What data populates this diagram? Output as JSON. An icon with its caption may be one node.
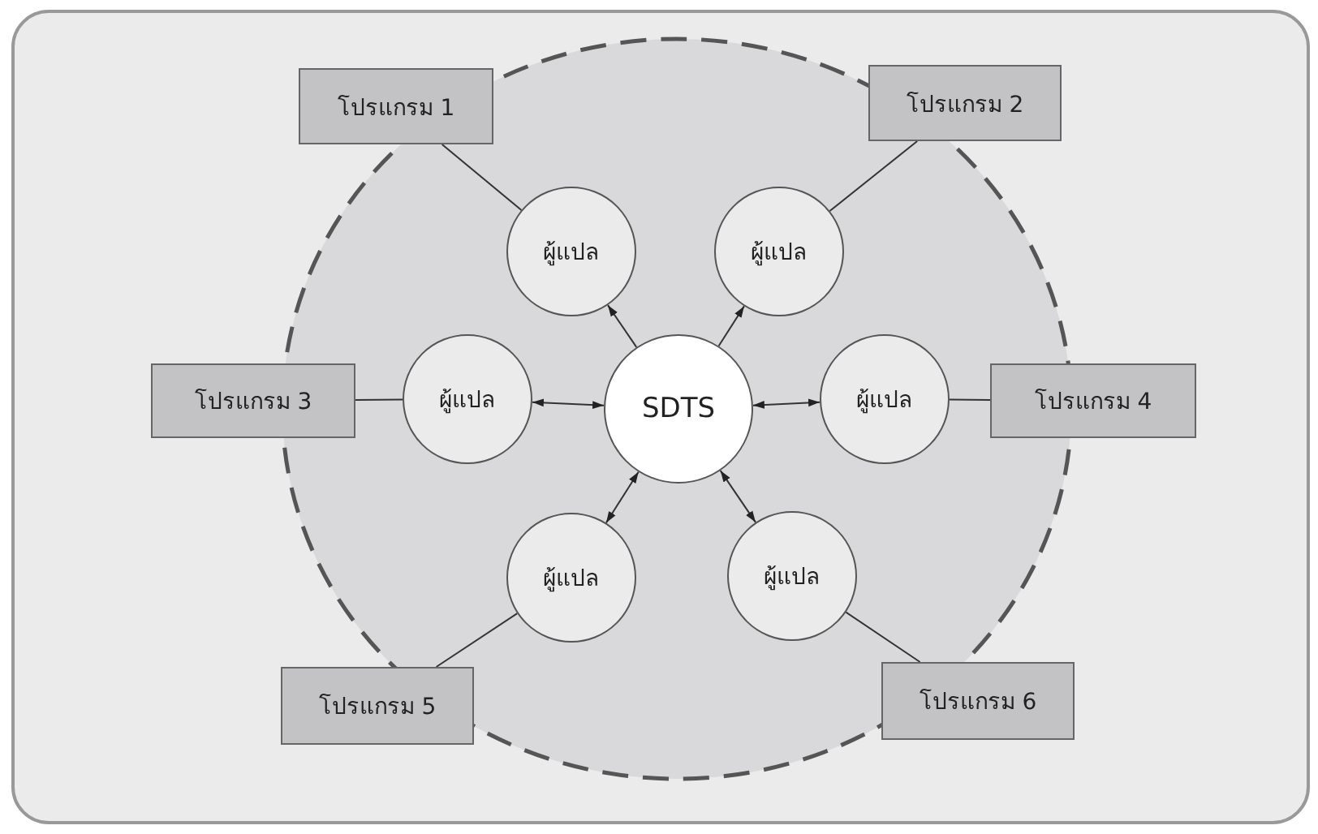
{
  "diagram": {
    "nodes": [
      {
        "text": [
          "SDTS"
        ]
      },
      {
        "text": [
          "ผู้แปล"
        ]
      },
      {
        "text": [
          "ผู้แปล"
        ]
      },
      {
        "text": [
          "ผู้แปล"
        ]
      },
      {
        "text": [
          "ผู้แปล"
        ]
      },
      {
        "text": [
          "ผู้แปล"
        ]
      },
      {
        "text": [
          "ผู้แปล"
        ]
      },
      {
        "text": [
          "โปรแกรม 1"
        ]
      },
      {
        "text": [
          "โปรแกรม 2"
        ]
      },
      {
        "text": [
          "โปรแกรม 3"
        ]
      },
      {
        "text": [
          "โปรแกรม 4"
        ]
      },
      {
        "text": [
          "โปรแกรม 5"
        ]
      },
      {
        "text": [
          "โปรแกรม 6"
        ]
      }
    ],
    "edges": [
      {
        "from": 0,
        "to": 1,
        "arrow": "to"
      },
      {
        "from": 0,
        "to": 2,
        "arrow": "to"
      },
      {
        "from": 0,
        "to": 3,
        "arrow": "both"
      },
      {
        "from": 0,
        "to": 4,
        "arrow": "both"
      },
      {
        "from": 0,
        "to": 5,
        "arrow": "both"
      },
      {
        "from": 0,
        "to": 6,
        "arrow": "both"
      },
      {
        "from": 7,
        "to": 1,
        "arrow": "none"
      },
      {
        "from": 8,
        "to": 2,
        "arrow": "none"
      },
      {
        "from": 9,
        "to": 3,
        "arrow": "none"
      },
      {
        "from": 10,
        "to": 4,
        "arrow": "none"
      },
      {
        "from": 11,
        "to": 5,
        "arrow": "none"
      },
      {
        "from": 12,
        "to": 6,
        "arrow": "none"
      }
    ]
  }
}
